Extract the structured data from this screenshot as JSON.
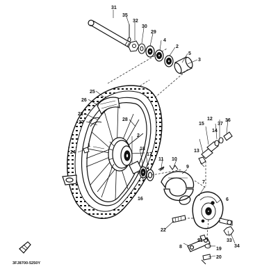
{
  "diagram": {
    "part_code": "3FJ8700-5250Y",
    "ink_color": "#111111",
    "paper_color": "#ffffff",
    "callouts": [
      "1",
      "2",
      "3",
      "4",
      "5",
      "6",
      "7",
      "8",
      "9",
      "10",
      "11",
      "12",
      "13",
      "14",
      "15",
      "16",
      "17",
      "18",
      "19",
      "20",
      "21",
      "22",
      "23",
      "24",
      "25",
      "26",
      "27",
      "28",
      "29",
      "30",
      "31",
      "32",
      "33",
      "34",
      "35",
      "36",
      "37"
    ]
  }
}
